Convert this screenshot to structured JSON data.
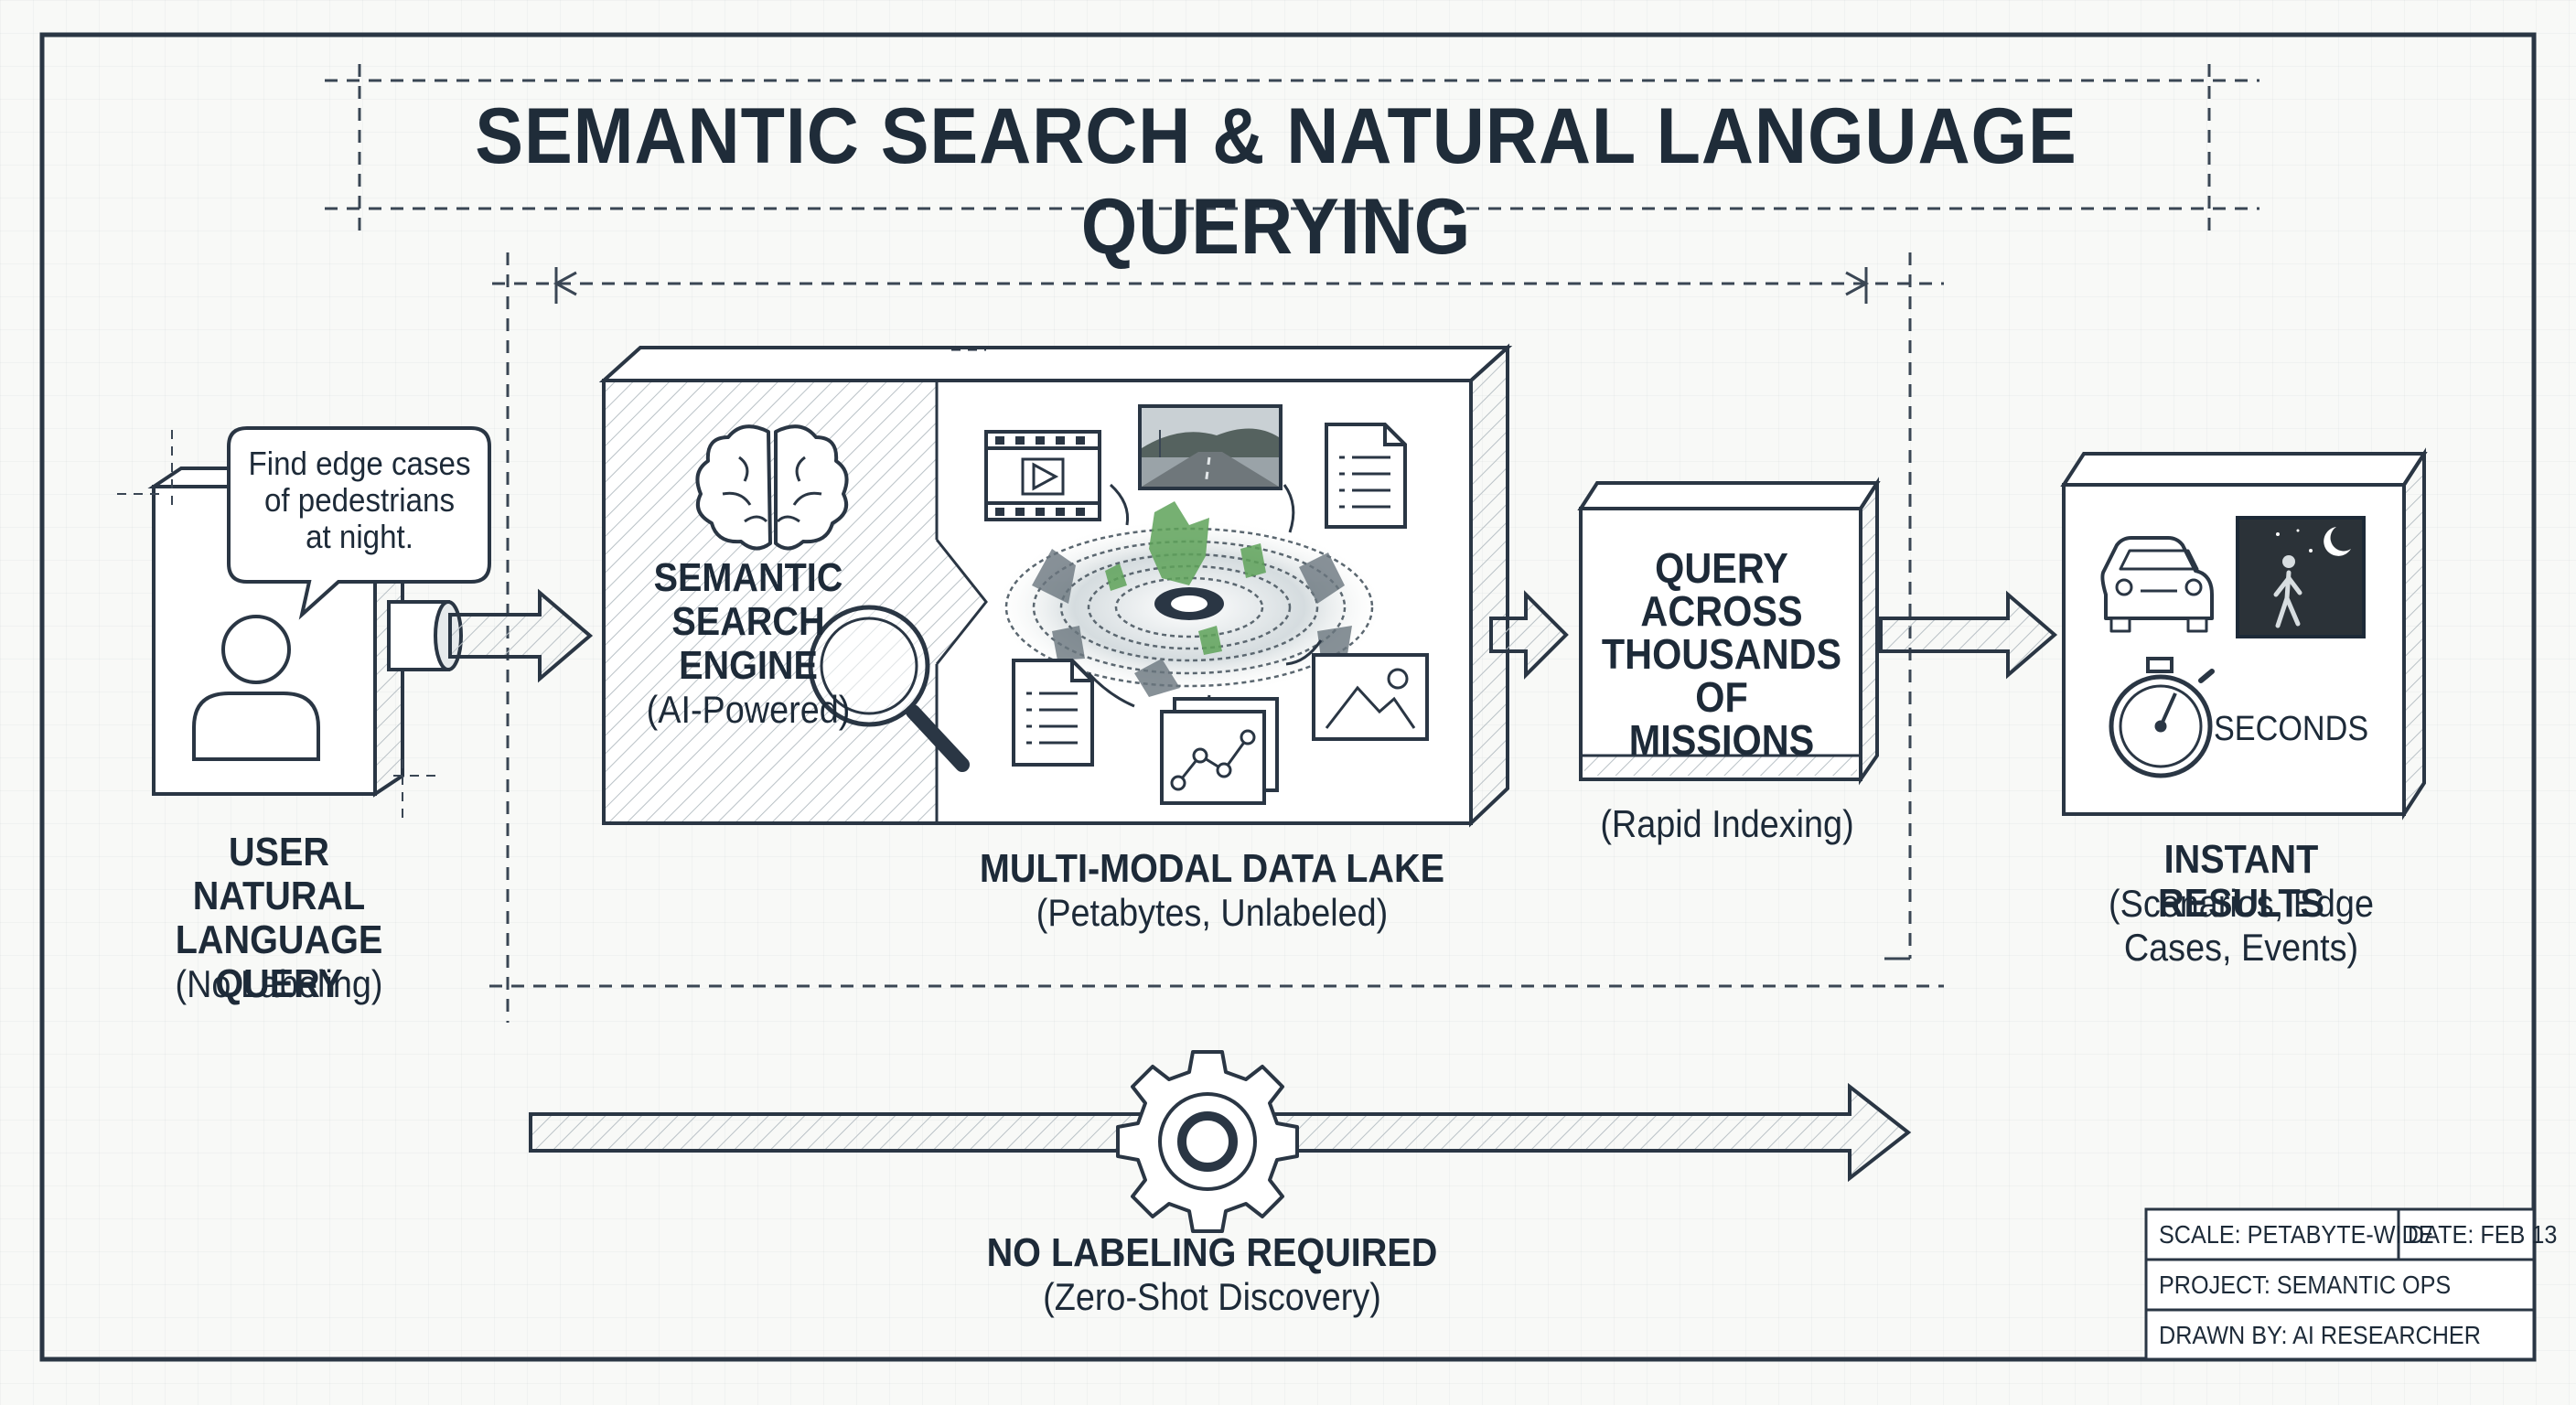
{
  "title": "SEMANTIC SEARCH & NATURAL LANGUAGE QUERYING",
  "user": {
    "speech": "Find edge cases\nof pedestrians\nat night.",
    "label_bold": "USER\nNATURAL\nLANGUAGE QUERY",
    "label_sub": "(No Labeling)"
  },
  "engine": {
    "label_bold": "SEMANTIC\nSEARCH\nENGINE",
    "label_sub": "(AI-Powered)"
  },
  "data_lake": {
    "label_bold": "MULTI-MODAL DATA LAKE",
    "label_sub": "(Petabytes, Unlabeled)"
  },
  "query": {
    "box_text": "QUERY\nACROSS\nTHOUSANDS\nOF MISSIONS",
    "label_sub": "(Rapid Indexing)"
  },
  "results": {
    "seconds_text": "SECONDS",
    "label_bold": "INSTANT RESULTS",
    "label_sub": "(Scenarios, Edge\nCases, Events)"
  },
  "bottom": {
    "label_bold": "NO LABELING REQUIRED",
    "label_sub": "(Zero-Shot Discovery)"
  },
  "title_block": {
    "scale": "SCALE: PETABYTE-WIDE",
    "date": "DATE: FEB 13",
    "project": "PROJECT: SEMANTIC OPS",
    "drawn_by": "DRAWN BY: AI RESEARCHER"
  },
  "colors": {
    "ink": "#1d2a38",
    "paper": "#f8f9f7",
    "accent_green": "#5fa35a"
  }
}
